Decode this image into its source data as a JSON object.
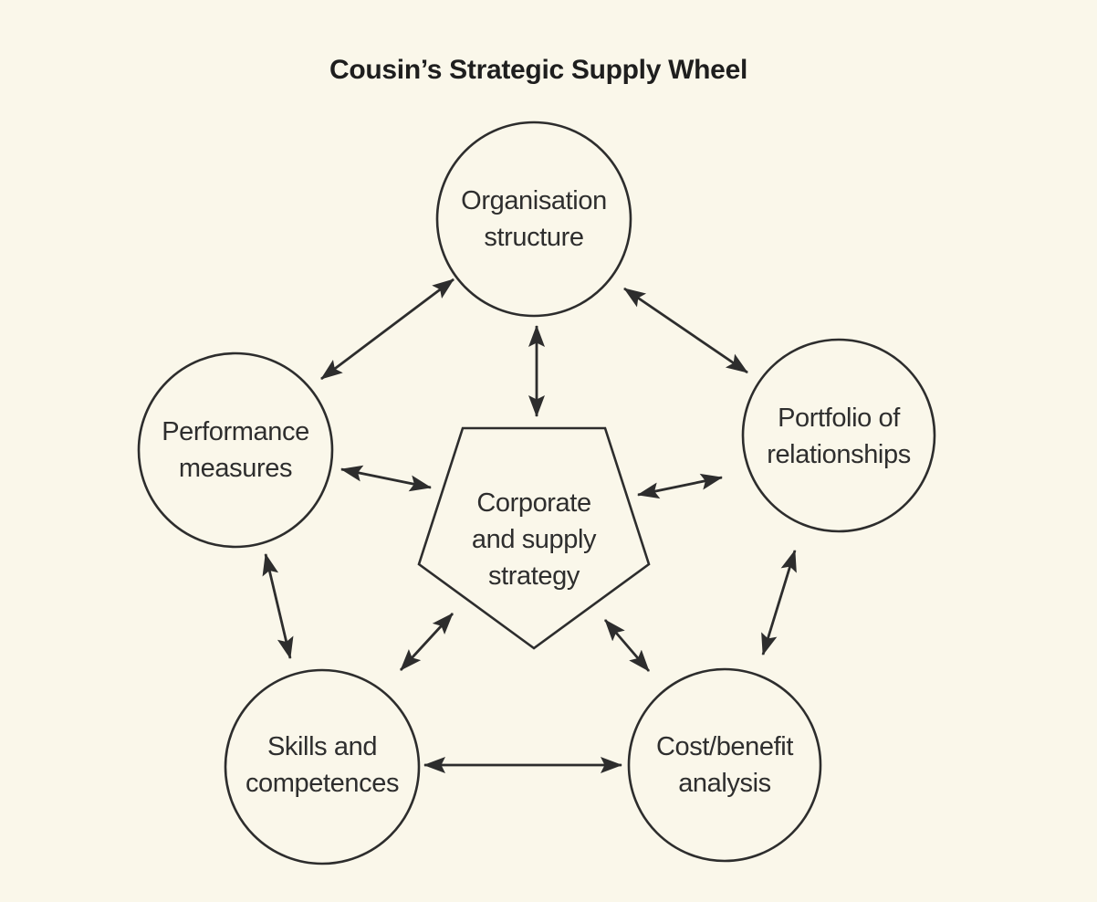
{
  "diagram": {
    "title": "Cousin’s Strategic Supply Wheel",
    "type": "hub-and-spoke wheel",
    "background_color": "#faf7ea",
    "line_color": "#2d2d2d",
    "text_color": "#2e2e2e"
  },
  "center": {
    "id": "corporate-and-supply-strategy",
    "shape": "pentagon",
    "label": "Corporate\nand supply\nstrategy"
  },
  "nodes": [
    {
      "id": "organisation-structure",
      "shape": "circle",
      "label": "Organisation\nstructure"
    },
    {
      "id": "performance-measures",
      "shape": "circle",
      "label": "Performance\nmeasures"
    },
    {
      "id": "portfolio-of-relationships",
      "shape": "circle",
      "label": "Portfolio of\nrelationships"
    },
    {
      "id": "skills-and-competences",
      "shape": "circle",
      "label": "Skills and\ncompetences"
    },
    {
      "id": "cost-benefit-analysis",
      "shape": "circle",
      "label": "Cost/benefit\nanalysis"
    }
  ],
  "connections": [
    {
      "from": "corporate-and-supply-strategy",
      "to": "organisation-structure",
      "bidirectional": true
    },
    {
      "from": "corporate-and-supply-strategy",
      "to": "performance-measures",
      "bidirectional": true
    },
    {
      "from": "corporate-and-supply-strategy",
      "to": "portfolio-of-relationships",
      "bidirectional": true
    },
    {
      "from": "corporate-and-supply-strategy",
      "to": "skills-and-competences",
      "bidirectional": true
    },
    {
      "from": "corporate-and-supply-strategy",
      "to": "cost-benefit-analysis",
      "bidirectional": true
    },
    {
      "from": "organisation-structure",
      "to": "performance-measures",
      "bidirectional": true
    },
    {
      "from": "organisation-structure",
      "to": "portfolio-of-relationships",
      "bidirectional": true
    },
    {
      "from": "performance-measures",
      "to": "skills-and-competences",
      "bidirectional": true
    },
    {
      "from": "portfolio-of-relationships",
      "to": "cost-benefit-analysis",
      "bidirectional": true
    },
    {
      "from": "skills-and-competences",
      "to": "cost-benefit-analysis",
      "bidirectional": true
    }
  ]
}
